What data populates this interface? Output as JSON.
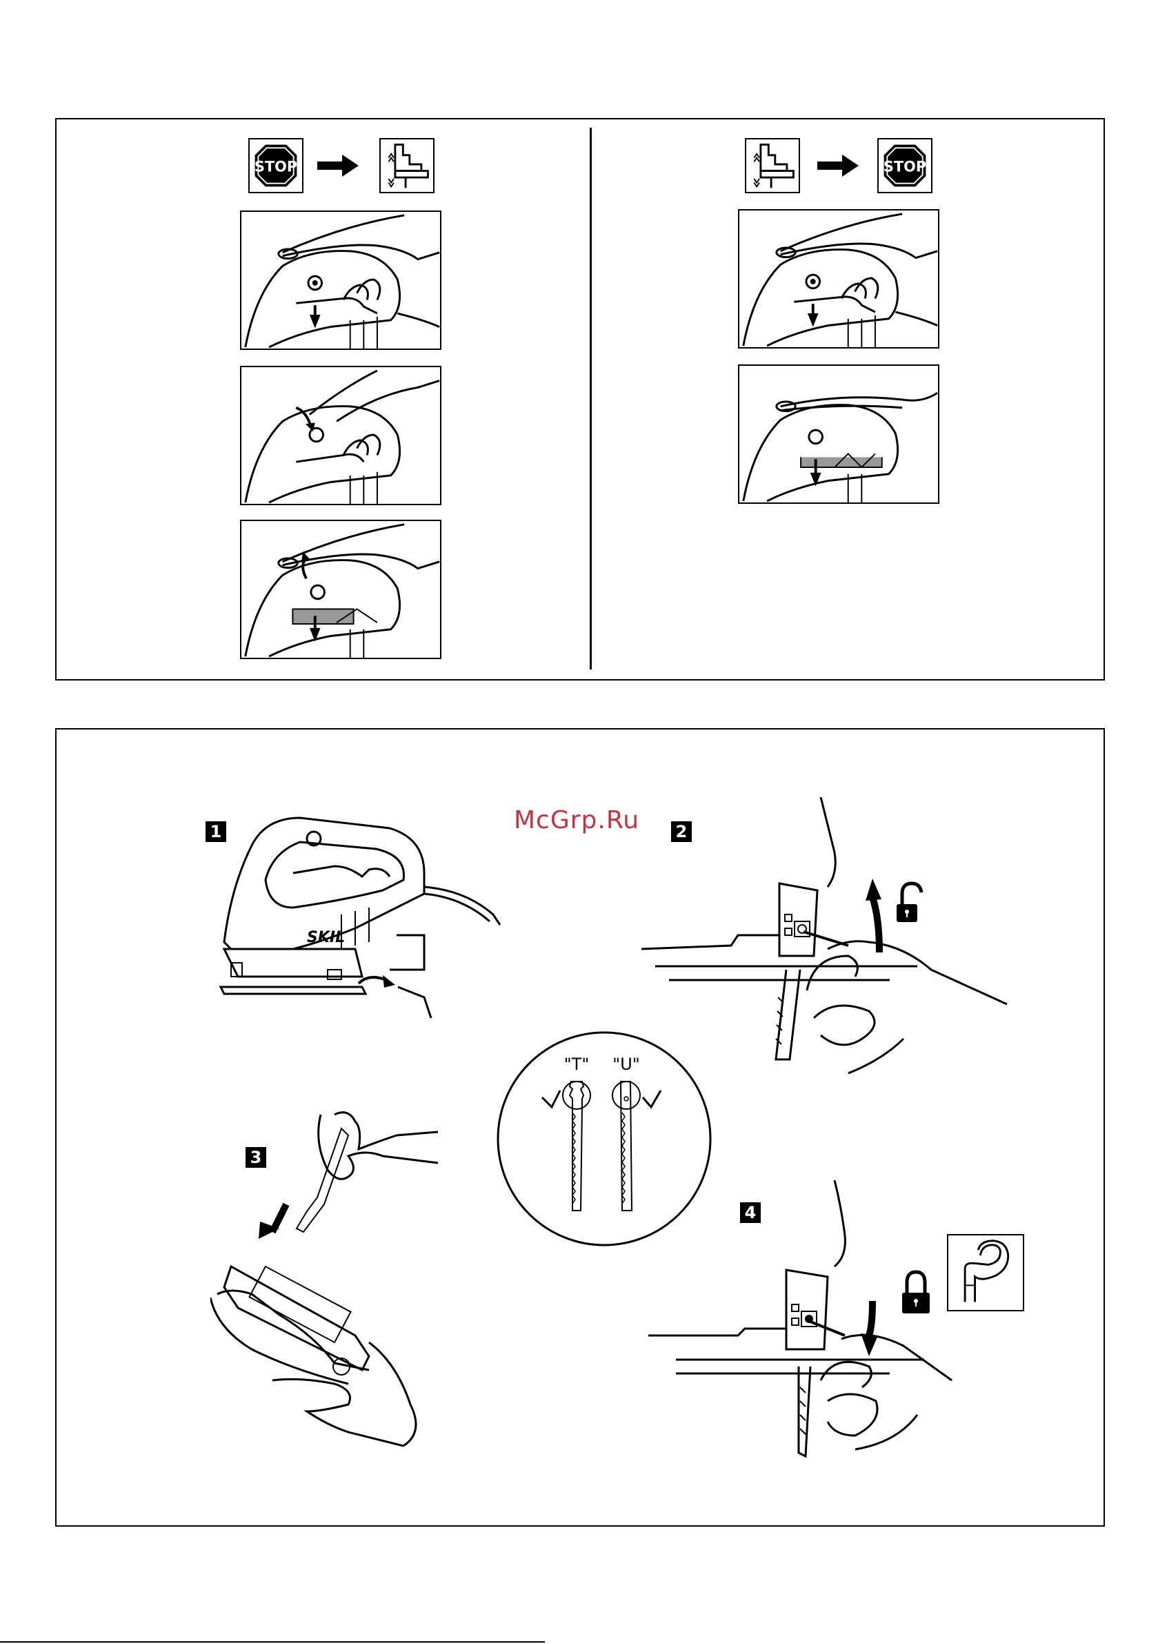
{
  "watermark": "McGrp.Ru",
  "stop_icon_text": "STOP",
  "steps": [
    "1",
    "2",
    "3",
    "4"
  ],
  "blade_types": {
    "t_label": "\"T\"",
    "u_label": "\"U\""
  },
  "icons": {
    "stop": "stop-sign-icon",
    "arrow": "right-arrow-icon",
    "lock_on": "switch-lock-on-icon",
    "unlock": "unlocked-padlock-icon",
    "lock": "locked-padlock-icon",
    "strength": "flexed-arm-icon"
  },
  "colors": {
    "watermark": "#c8323c",
    "line": "#000000"
  }
}
